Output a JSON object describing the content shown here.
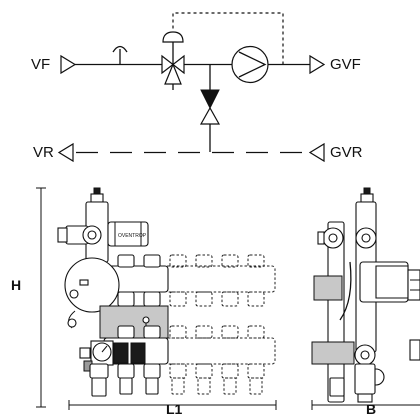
{
  "schematic": {
    "supply_label": "VF",
    "return_label": "VR",
    "boiler_supply_label": "GVF",
    "boiler_return_label": "GVR"
  },
  "dimensions": {
    "height_label": "H",
    "length_label": "L1",
    "depth_label": "B"
  },
  "front_view": {
    "brand_text": "OVENTROP"
  },
  "colors": {
    "line": "#111111",
    "background": "#ffffff",
    "grey_fill": "#c8c8c8"
  }
}
